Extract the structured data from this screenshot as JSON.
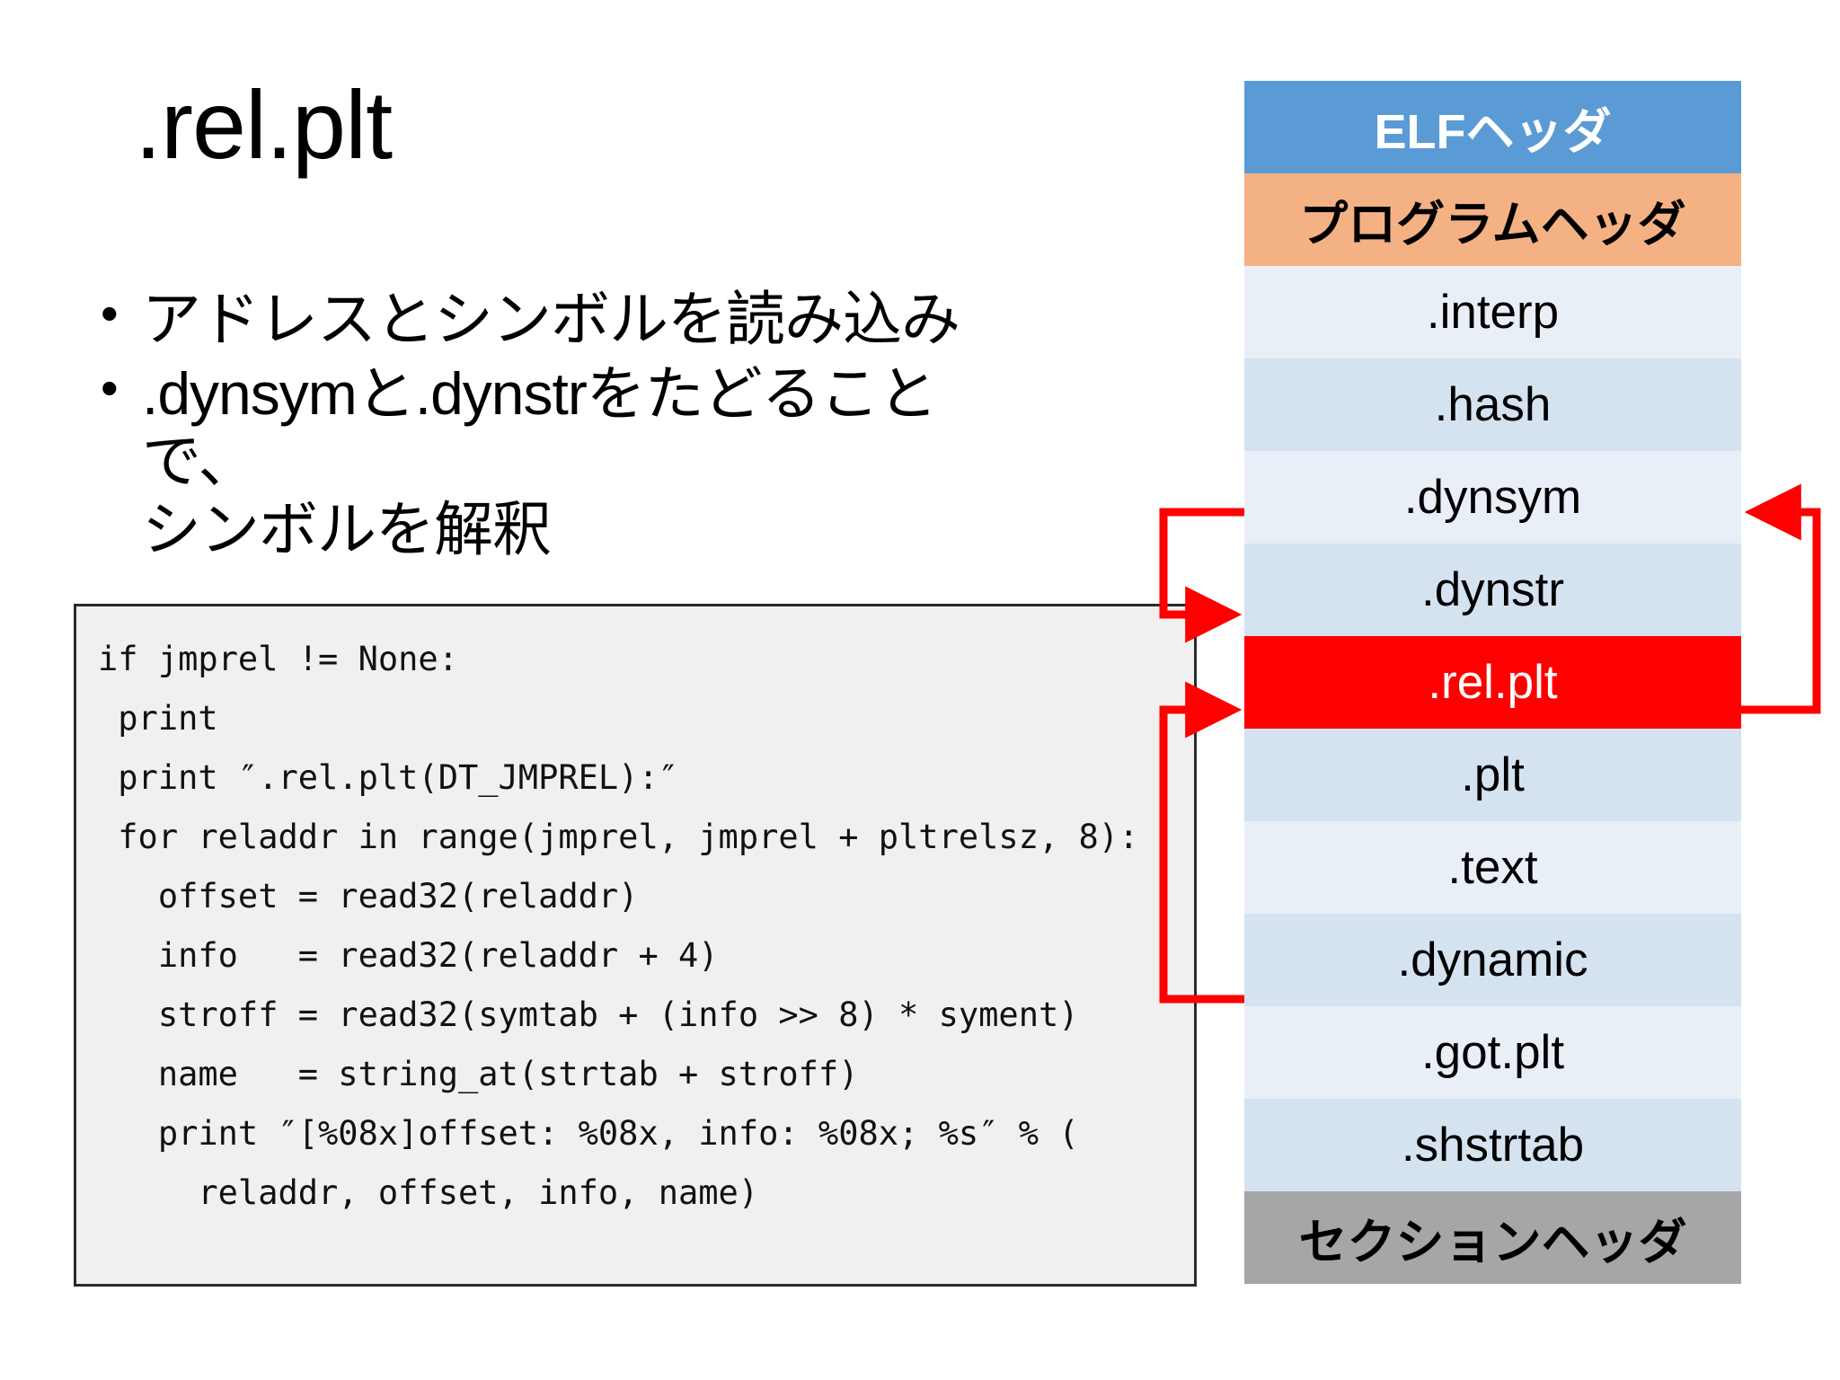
{
  "slide": {
    "title": ".rel.plt"
  },
  "bullets": [
    {
      "marker": "•",
      "line1": "アドレスとシンボルを読み込み",
      "line2": ""
    },
    {
      "marker": "•",
      "line1": ".dynsymと.dynstrをたどることで、",
      "line2": "シンボルを解釈"
    }
  ],
  "code": {
    "lines": [
      "if jmprel != None:",
      " print",
      " print ″.rel.plt(DT_JMPREL):″",
      " for reladdr in range(jmprel, jmprel + pltrelsz, 8):",
      "   offset = read32(reladdr)",
      "   info   = read32(reladdr + 4)",
      "   stroff = read32(symtab + (info >> 8) * syment)",
      "   name   = string_at(strtab + stroff)",
      "   print ″[%08x]offset: %08x, info: %08x; %s″ % (",
      "     reladdr, offset, info, name)"
    ]
  },
  "elf_layout": {
    "rows": [
      {
        "label": "ELFヘッダ",
        "style": "header-elf",
        "jp": true,
        "color": "#5B9BD5"
      },
      {
        "label": "プログラムヘッダ",
        "style": "header-program",
        "jp": true,
        "color": "#F4B183"
      },
      {
        "label": ".interp",
        "style": "shade-a",
        "jp": false,
        "color": "#E9EFF7"
      },
      {
        "label": ".hash",
        "style": "shade-b",
        "jp": false,
        "color": "#D5E2F0"
      },
      {
        "label": ".dynsym",
        "style": "shade-a",
        "jp": false,
        "color": "#E9EFF7"
      },
      {
        "label": ".dynstr",
        "style": "shade-b",
        "jp": false,
        "color": "#D5E2F0"
      },
      {
        "label": ".rel.plt",
        "style": "highlight",
        "jp": false,
        "color": "#FF0000"
      },
      {
        "label": ".plt",
        "style": "shade-b",
        "jp": false,
        "color": "#D5E2F0"
      },
      {
        "label": ".text",
        "style": "shade-a",
        "jp": false,
        "color": "#E9EFF7"
      },
      {
        "label": ".dynamic",
        "style": "shade-b",
        "jp": false,
        "color": "#D5E2F0"
      },
      {
        "label": ".got.plt",
        "style": "shade-a",
        "jp": false,
        "color": "#E9EFF7"
      },
      {
        "label": ".shstrtab",
        "style": "shade-b",
        "jp": false,
        "color": "#D5E2F0"
      },
      {
        "label": "セクションヘッダ",
        "style": "footer-section",
        "jp": true,
        "color": "#A6A6A6"
      }
    ]
  },
  "arrows": {
    "color": "#FF0000",
    "items": [
      {
        "name": "dynsym-to-dynstr-arrow"
      },
      {
        "name": "dynamic-to-relplt-arrow"
      },
      {
        "name": "relplt-to-dynsym-arrow"
      }
    ]
  }
}
